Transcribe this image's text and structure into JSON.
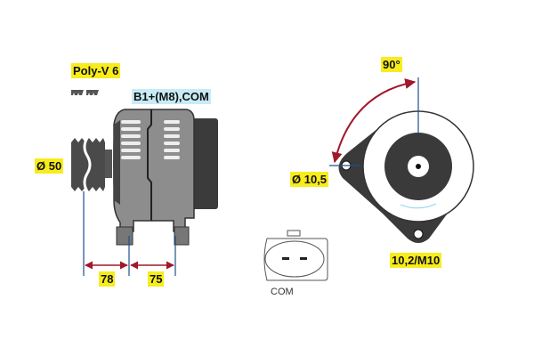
{
  "labels": {
    "belt": "Poly-V 6",
    "connection": "B1+(M8),COM",
    "pulley_diameter": "Ø 50",
    "dim_front": "78",
    "dim_rear": "75",
    "angle": "90°",
    "hole_diameter": "Ø 10,5",
    "thread": "10,2/M10",
    "connector": "COM"
  },
  "colors": {
    "highlight": "#f7ec1c",
    "connection_bg": "#c8ecf6",
    "dimension_arrow": "#a0182a",
    "guide_line": "#1f4f8a"
  }
}
